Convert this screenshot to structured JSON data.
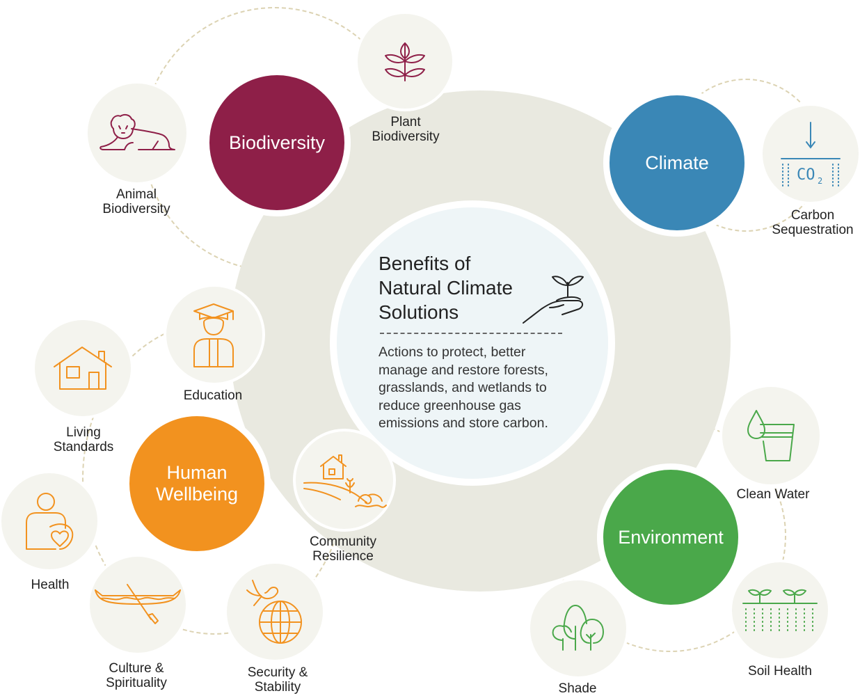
{
  "center": {
    "title_lines": [
      "Benefits of",
      "Natural Climate",
      "Solutions"
    ],
    "description_lines": [
      "Actions to protect, better",
      "manage and restore forests,",
      "grasslands, and wetlands to",
      "reduce greenhouse gas",
      "emissions and store carbon."
    ],
    "icon": "hand-holding-seedling-icon"
  },
  "hubs": {
    "biodiversity": {
      "label_lines": [
        "Biodiversity"
      ],
      "color": "#8e1f48"
    },
    "climate": {
      "label_lines": [
        "Climate"
      ],
      "color": "#3a87b6"
    },
    "human_wellbeing": {
      "label_lines": [
        "Human",
        "Wellbeing"
      ],
      "color": "#f2921f"
    },
    "environment": {
      "label_lines": [
        "Environment"
      ],
      "color": "#4aa84a"
    }
  },
  "benefits": {
    "plant_biodiversity": {
      "label_lines": [
        "Plant",
        "Biodiversity"
      ],
      "icon": "plant-icon"
    },
    "animal_biodiversity": {
      "label_lines": [
        "Animal",
        "Biodiversity"
      ],
      "icon": "lion-icon"
    },
    "carbon_sequestration": {
      "label_lines": [
        "Carbon",
        "Sequestration"
      ],
      "icon": "co2-icon",
      "icon_text": "CO",
      "icon_subscript": "2"
    },
    "education": {
      "label_lines": [
        "Education"
      ],
      "icon": "graduate-icon"
    },
    "living_standards": {
      "label_lines": [
        "Living",
        "Standards"
      ],
      "icon": "house-icon"
    },
    "health": {
      "label_lines": [
        "Health"
      ],
      "icon": "person-heart-icon"
    },
    "culture_spirituality": {
      "label_lines": [
        "Culture &",
        "Spirituality"
      ],
      "icon": "canoe-icon"
    },
    "security_stability": {
      "label_lines": [
        "Security &",
        "Stability"
      ],
      "icon": "dove-globe-icon"
    },
    "community_resilience": {
      "label_lines": [
        "Community",
        "Resilience"
      ],
      "icon": "house-on-coast-icon"
    },
    "clean_water": {
      "label_lines": [
        "Clean Water"
      ],
      "icon": "water-glass-icon"
    },
    "soil_health": {
      "label_lines": [
        "Soil Health"
      ],
      "icon": "sprouts-soil-icon"
    },
    "shade": {
      "label_lines": [
        "Shade"
      ],
      "icon": "trees-icon"
    }
  }
}
